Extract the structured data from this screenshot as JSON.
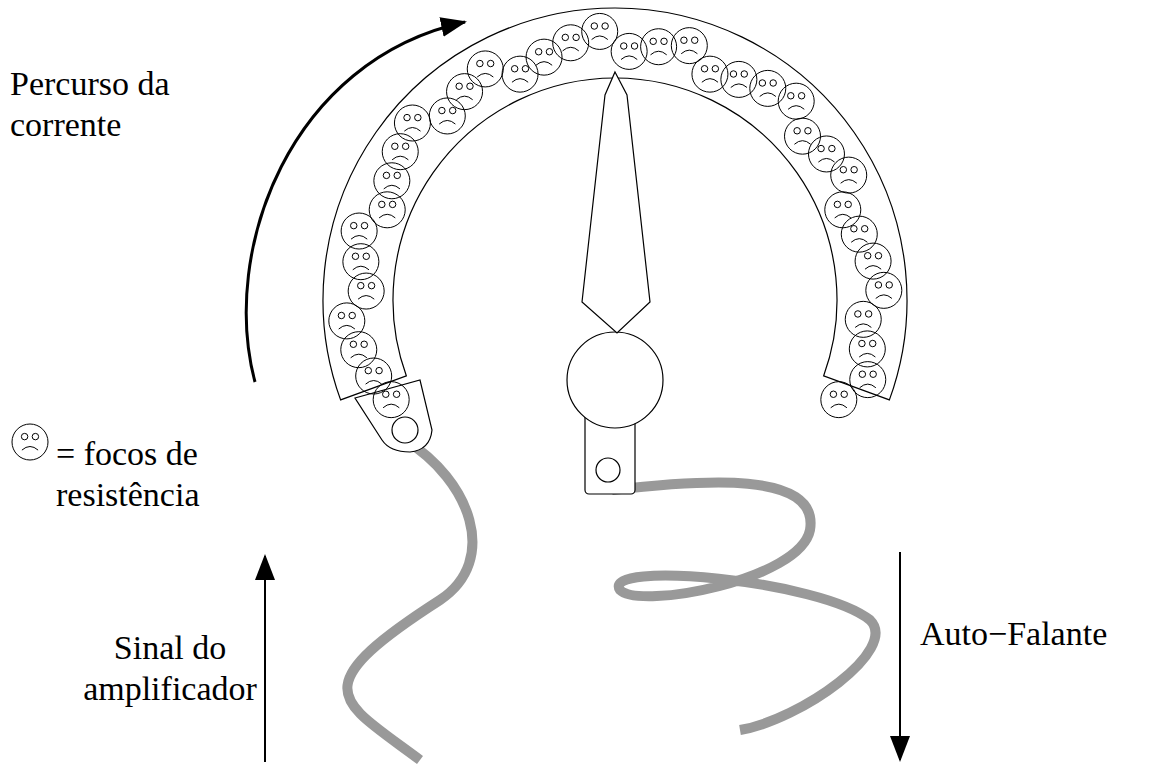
{
  "diagram": {
    "labels": [
      "Percurso da corrente",
      "Sinal do amplificador",
      "Auto−Falante"
    ],
    "legend": [
      {
        "text": "= focos de resistência"
      }
    ]
  }
}
